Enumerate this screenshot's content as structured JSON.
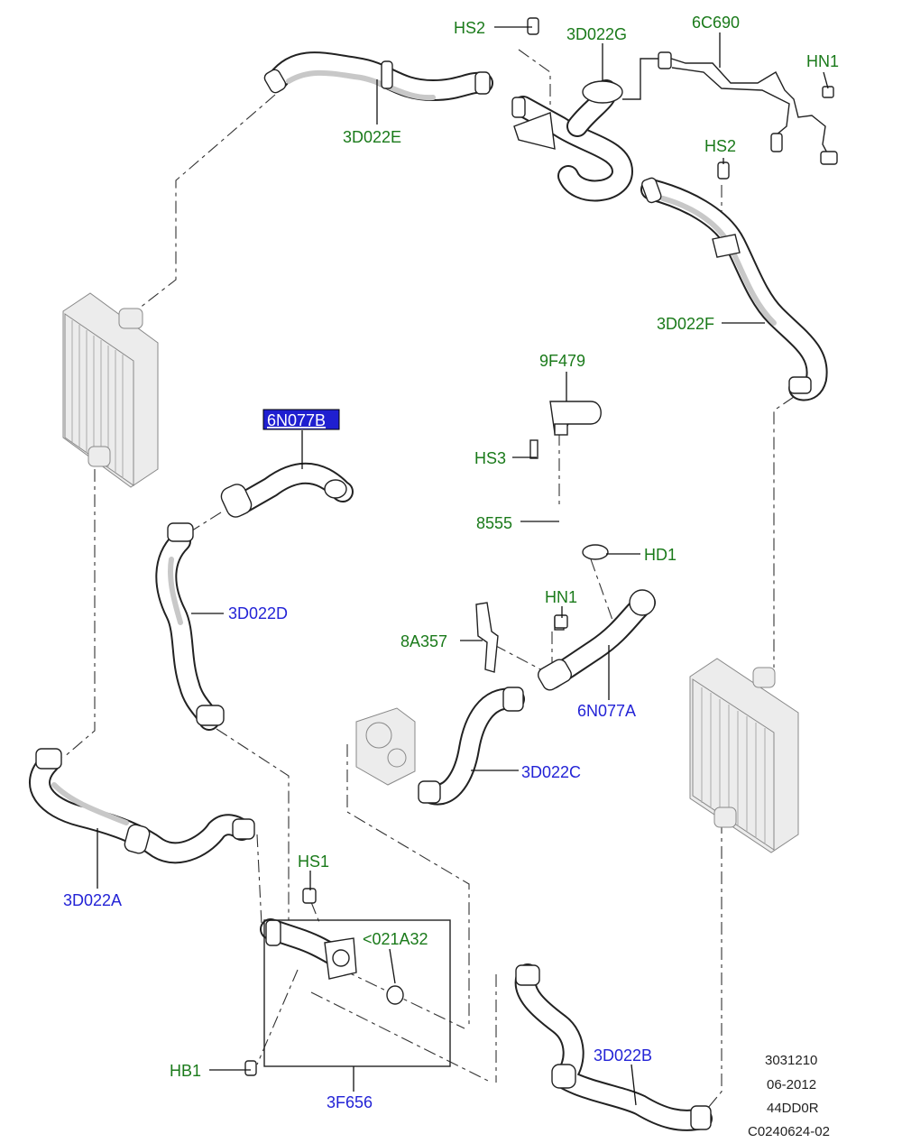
{
  "callouts": {
    "hs2_top": "HS2",
    "d3022g": "3D022G",
    "c6c690": "6C690",
    "hn1_top": "HN1",
    "d3022e": "3D022E",
    "hs2_right": "HS2",
    "d3022f": "3D022F",
    "n6n077b": "6N077B",
    "f9f479": "9F479",
    "hs3": "HS3",
    "p8555": "8555",
    "hd1": "HD1",
    "hn1_mid": "HN1",
    "a8a357": "8A357",
    "d3022d": "3D022D",
    "n6n077a": "6N077A",
    "d3022c": "3D022C",
    "hs1": "HS1",
    "a021a32": "<021A32",
    "d3022a": "3D022A",
    "hb1": "HB1",
    "f3f656": "3F656",
    "d3022b": "3D022B"
  },
  "reference": {
    "line1": "3031210",
    "line2": "06-2012",
    "line3": "44DD0R",
    "line4": "C0240624-02"
  },
  "colors": {
    "label_green": "#1a7a1a",
    "label_blue": "#2323d6",
    "highlight_bg": "#1f1fd0",
    "highlight_text": "#ffffff"
  }
}
